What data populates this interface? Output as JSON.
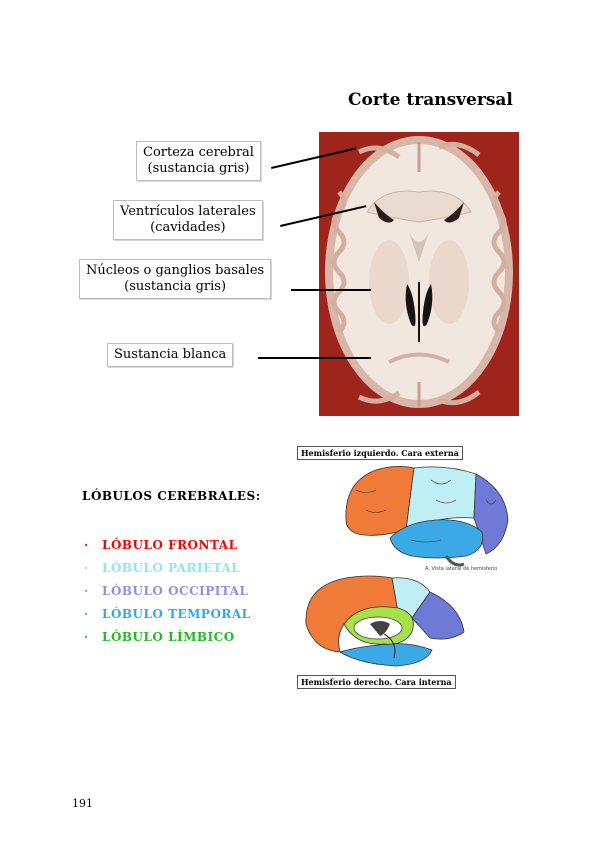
{
  "title": "Corte transversal",
  "labels": {
    "cortex": [
      "Corteza cerebral",
      "(sustancia gris)"
    ],
    "ventricles": [
      "Ventrículos laterales",
      "(cavidades)"
    ],
    "nuclei": [
      "Núcleos o ganglios basales",
      "(sustancia gris)"
    ],
    "white": [
      "Sustancia blanca"
    ]
  },
  "lobes": {
    "heading": "LÓBULOS CEREBRALES:",
    "items": [
      {
        "label": "LÓBULO FRONTAL",
        "color": "#ff0000"
      },
      {
        "label": "LÓBULO PARIETAL",
        "color": "#8fe6ef"
      },
      {
        "label": "LÓBULO OCCIPITAL",
        "color": "#8f90e0"
      },
      {
        "label": "LÓBULO TEMPORAL",
        "color": "#33a8e8"
      },
      {
        "label": "LÓBULO LÍMBICO",
        "color": "#22bb22"
      }
    ],
    "bullet": "·"
  },
  "diagrams": {
    "top_caption": "Hemisferio izquierdo. Cara externa",
    "bottom_caption": "Hemisferio derecho. Cara interna",
    "small_note": "A. Vista lateral de hemisferio"
  },
  "page_number": "191"
}
